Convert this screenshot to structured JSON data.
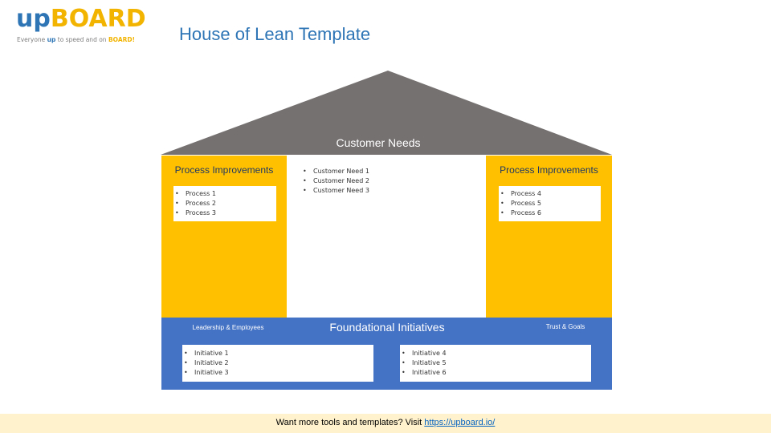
{
  "logo": {
    "up": "up",
    "board": "BOARD",
    "tagline_pre": "Everyone ",
    "tagline_up": "up",
    "tagline_mid": " to speed and on ",
    "tagline_board": "BOARD!"
  },
  "title": "House of Lean Template",
  "roof": {
    "label": "Customer Needs"
  },
  "left_pillar": {
    "title": "Process Improvements",
    "items": [
      "Process 1",
      "Process 2",
      "Process 3"
    ]
  },
  "center": {
    "items": [
      "Customer Need 1",
      "Customer Need 2",
      "Customer Need 3"
    ]
  },
  "right_pillar": {
    "title": "Process Improvements",
    "items": [
      "Process 4",
      "Process 5",
      "Process 6"
    ]
  },
  "foundation": {
    "title": "Foundational Initiatives",
    "left_label": "Leadership & Employees",
    "right_label": "Trust & Goals",
    "left_items": [
      "Initiative 1",
      "Initiative 2",
      "Initiative 3"
    ],
    "right_items": [
      "Initiative 4",
      "Initiative 5",
      "Initiative 6"
    ]
  },
  "footer": {
    "text": "Want more tools and templates? Visit ",
    "link": "https://upboard.io/"
  },
  "colors": {
    "roof": "#767171",
    "pillar": "#ffc000",
    "foundation": "#4472c4",
    "title": "#2e75b6",
    "footer_band": "#fff2cc"
  }
}
